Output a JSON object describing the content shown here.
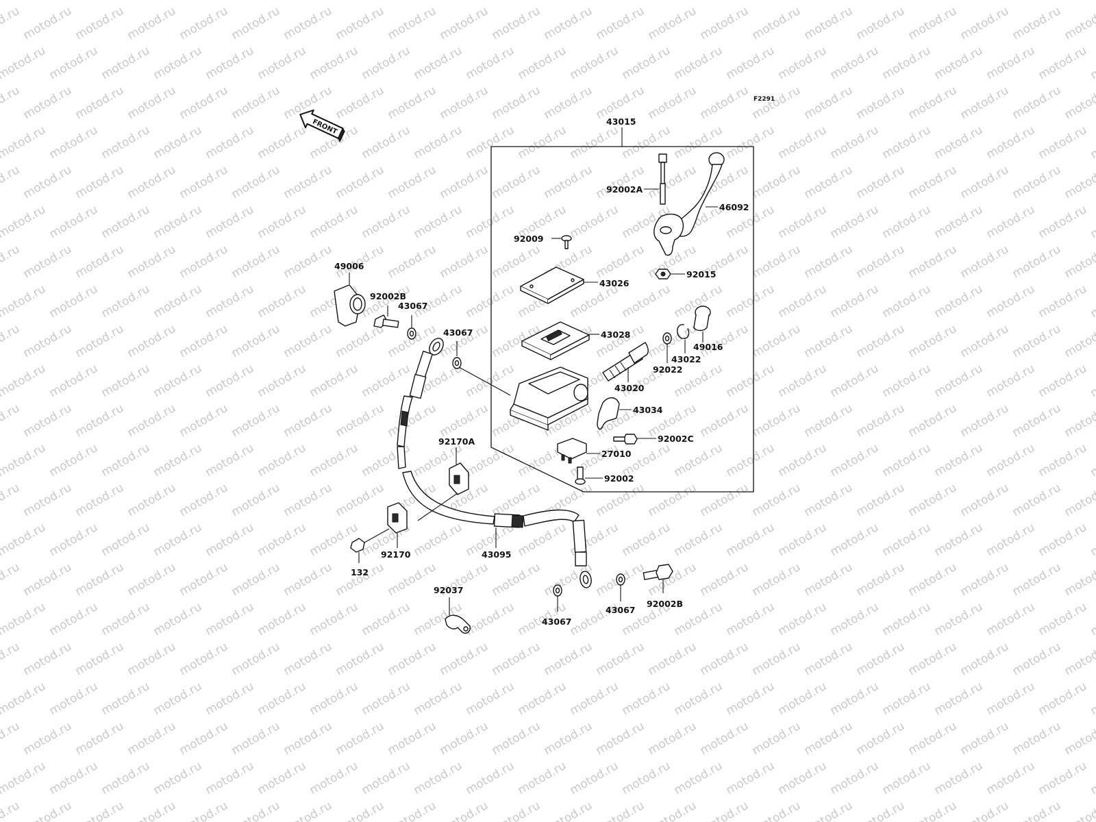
{
  "figure_code": "F2291",
  "front_arrow_label": "FRONT",
  "watermark": "motod.ru",
  "labels": {
    "l43015": "43015",
    "l92002A": "92002A",
    "l46092": "46092",
    "l92009": "92009",
    "l92015": "92015",
    "l43026": "43026",
    "l49006": "49006",
    "l92002B_top": "92002B",
    "l43067_a": "43067",
    "l43067_b": "43067",
    "l43028": "43028",
    "l49016": "49016",
    "l43022": "43022",
    "l92022": "92022",
    "l43020": "43020",
    "l43034": "43034",
    "l92170A": "92170A",
    "l92002C": "92002C",
    "l27010": "27010",
    "l92002": "92002",
    "l132": "132",
    "l92170": "92170",
    "l43095": "43095",
    "l92037": "92037",
    "l43067_c": "43067",
    "l43067_d": "43067",
    "l92002B_bot": "92002B"
  }
}
